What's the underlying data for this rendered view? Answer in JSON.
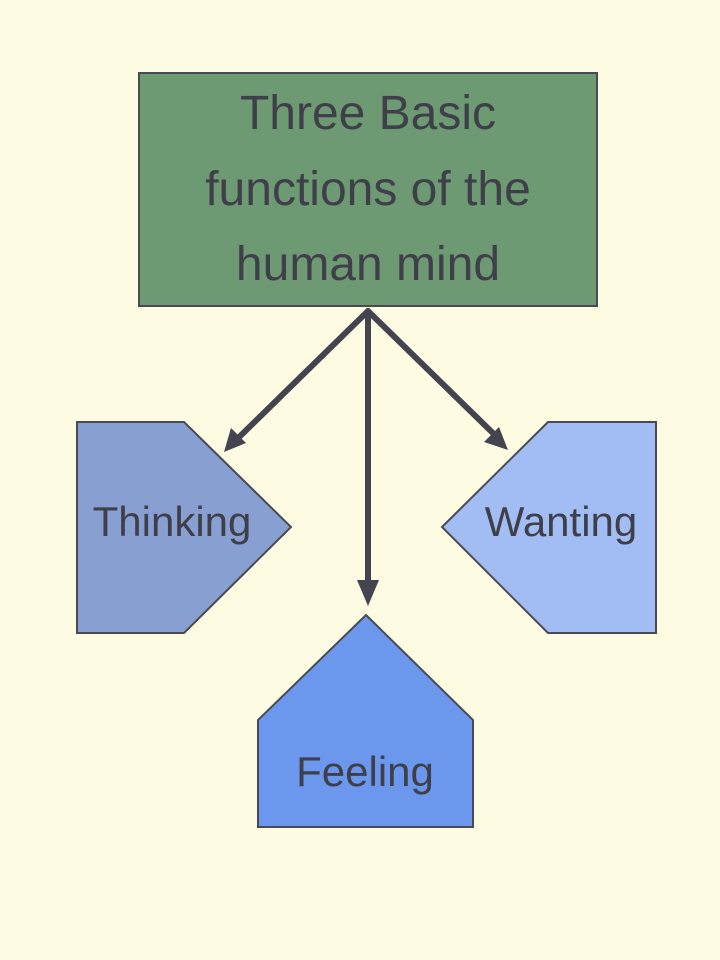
{
  "title": {
    "lines": [
      "Three Basic",
      "functions of the",
      "human mind"
    ]
  },
  "nodes": {
    "thinking": "Thinking",
    "feeling": "Feeling",
    "wanting": "Wanting"
  },
  "colors": {
    "background": "#fdfce2",
    "title_box": "#6d9a73",
    "thinking": "#88a0d1",
    "feeling": "#6b97ed",
    "wanting": "#a1bdf4",
    "arrow": "#444450",
    "text": "#3f3f49",
    "outline": "#4a4a52"
  }
}
